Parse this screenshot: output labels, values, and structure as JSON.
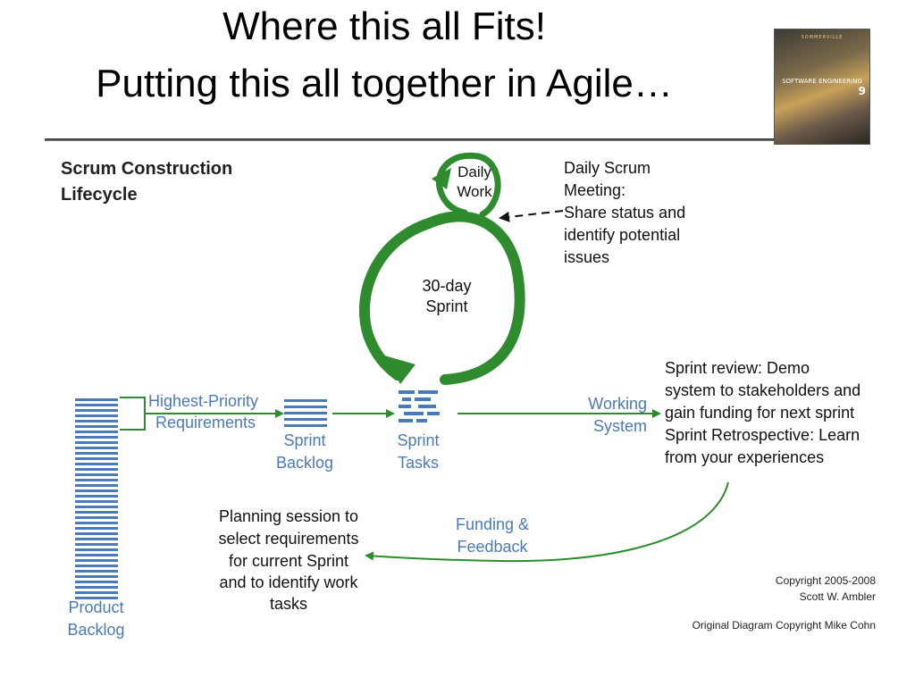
{
  "slide": {
    "title_line1": "Where this all Fits!",
    "title_line2": "Putting this all together in Agile…"
  },
  "book_cover": {
    "top_text": "SOMMERVILLE",
    "title": "SOFTWARE ENGINEERING",
    "edition": "9"
  },
  "diagram": {
    "heading_line1": "Scrum Construction",
    "heading_line2": "Lifecycle",
    "daily_work_line1": "Daily",
    "daily_work_line2": "Work",
    "sprint_line1": "30-day",
    "sprint_line2": "Sprint",
    "daily_scrum": [
      "Daily Scrum",
      "Meeting:",
      "Share status and",
      "identify potential",
      "issues"
    ],
    "highest_priority_line1": "Highest-Priority",
    "highest_priority_line2": "Requirements",
    "sprint_backlog_line1": "Sprint",
    "sprint_backlog_line2": "Backlog",
    "sprint_tasks_line1": "Sprint",
    "sprint_tasks_line2": "Tasks",
    "working_system_line1": "Working",
    "working_system_line2": "System",
    "sprint_review": [
      "Sprint review: Demo",
      "system to stakeholders and",
      "gain funding for next sprint",
      "Sprint Retrospective: Learn",
      "from your experiences"
    ],
    "planning": [
      "Planning session to",
      "select requirements",
      "for current Sprint",
      "and to identify work",
      "tasks"
    ],
    "funding_line1": "Funding &",
    "funding_line2": "Feedback",
    "product_backlog_line1": "Product",
    "product_backlog_line2": "Backlog",
    "copyright_line1": "Copyright 2005-2008",
    "copyright_line2": "Scott W. Ambler",
    "original_copyright": "Original Diagram Copyright Mike Cohn"
  },
  "colors": {
    "green": "#2e8b2e",
    "blue": "#4a7ab8"
  }
}
